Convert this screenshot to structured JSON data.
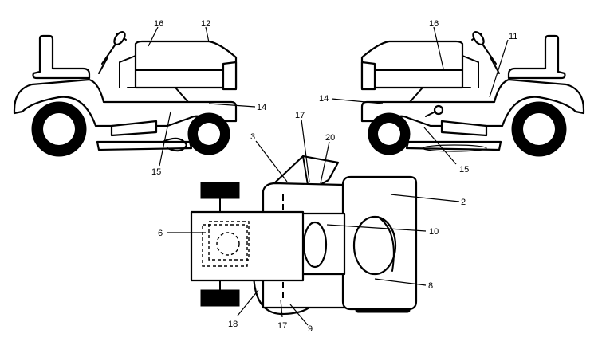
{
  "callouts": {
    "c2": "2",
    "c3": "3",
    "c6": "6",
    "c8": "8",
    "c9": "9",
    "c10": "10",
    "c11": "11",
    "c12": "12",
    "c14_left": "14",
    "c14_right": "14",
    "c15_left": "15",
    "c15_right": "15",
    "c16_left": "16",
    "c16_right": "16",
    "c17_top": "17",
    "c17_bottom": "17",
    "c18": "18",
    "c20": "20"
  }
}
